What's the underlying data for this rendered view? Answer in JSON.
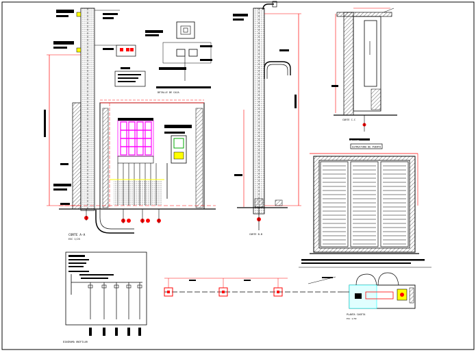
{
  "drawing": {
    "background": "#ffffff",
    "line_color": "#000000",
    "dim_color": "#ff0000",
    "meter_color": "#ff00ff",
    "yellow": "#ffff00",
    "cyan": "#00ffff",
    "green": "#00aa00"
  },
  "views": {
    "main_elevation": {
      "title": "CORTE A-A",
      "subtitle": "ESC 1/25"
    },
    "pole_section": {
      "title": "CORTE B-B",
      "subtitle": "ESC 1/25"
    },
    "side_section": {
      "title": "CORTE C-C",
      "subtitle": "ESC 1/25"
    },
    "gate_elevation": {
      "title": "ELEVACION",
      "subtitle": "ESC 1/25",
      "tag": "ESTRUCTURA DE PUERTA"
    },
    "single_line": {
      "title": "DIAGRAMA UNIFILAR",
      "subtitle": "S/E"
    },
    "plan_view": {
      "title": "PLANTA CASETA",
      "subtitle": "ESC 1/50"
    },
    "detail_box": {
      "title": "DETALLE DE CAJA"
    }
  }
}
